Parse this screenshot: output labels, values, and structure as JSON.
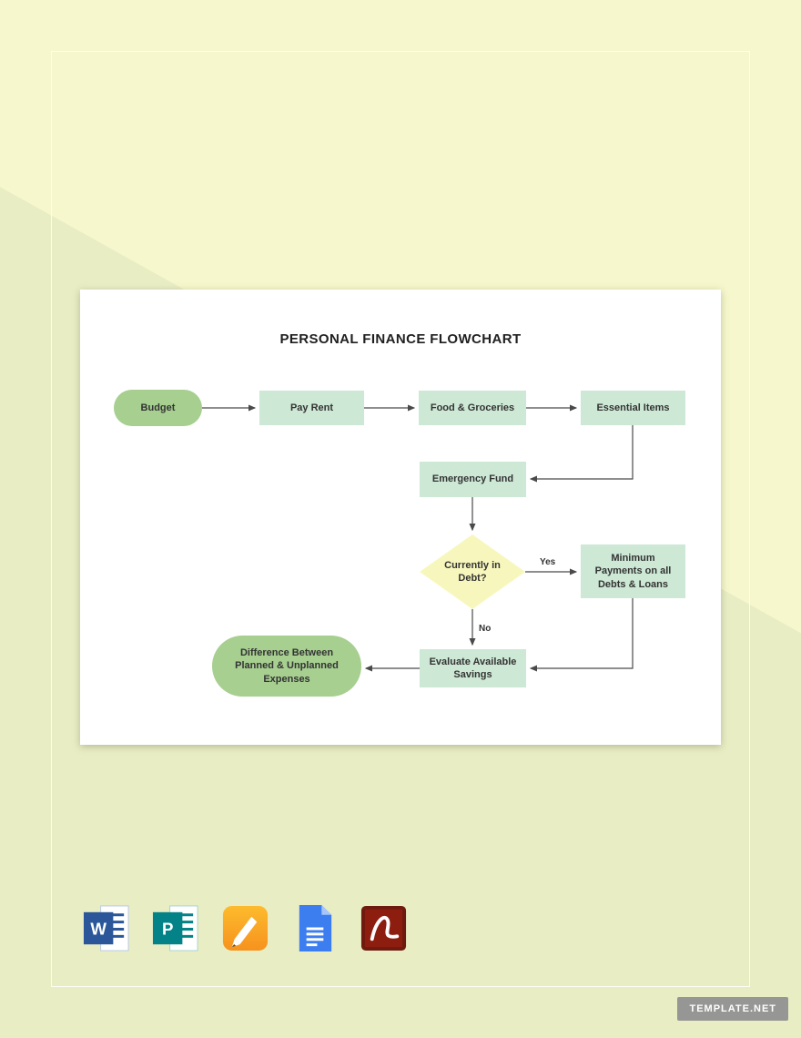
{
  "document": {
    "title": "PERSONAL FINANCE FLOWCHART",
    "watermark": "TEMPLATE.NET"
  },
  "flowchart": {
    "nodes": {
      "budget": "Budget",
      "pay_rent": "Pay Rent",
      "food_groceries": "Food & Groceries",
      "essential_items": "Essential Items",
      "emergency_fund": "Emergency Fund",
      "currently_in_debt": "Currently in Debt?",
      "minimum_payments": "Minimum Payments on all Debts & Loans",
      "evaluate_savings": "Evaluate Available Savings",
      "difference_expenses": "Difference Between Planned & Unplanned Expenses"
    },
    "edge_labels": {
      "yes": "Yes",
      "no": "No"
    },
    "colors": {
      "terminal_pill": "#a6cf90",
      "process_box": "#cde8d5",
      "decision_diamond": "#f7f7bd",
      "connector": "#4a4a4a"
    }
  },
  "export_icons": [
    {
      "name": "microsoft-word"
    },
    {
      "name": "microsoft-publisher"
    },
    {
      "name": "apple-pages"
    },
    {
      "name": "google-docs"
    },
    {
      "name": "adobe-acrobat"
    }
  ],
  "background": {
    "top_color": "#f6f7cc",
    "bottom_color": "#e9edc4"
  }
}
